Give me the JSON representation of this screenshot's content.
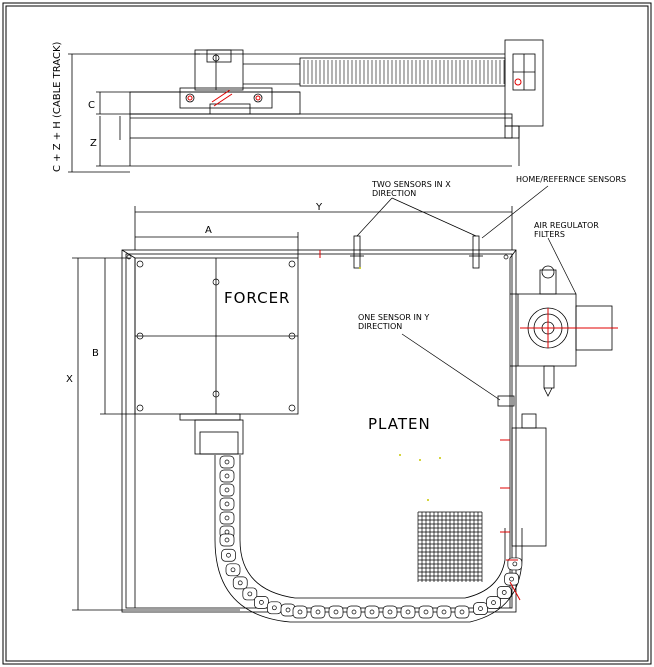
{
  "title_vertical": "C + Z + H (CABLE TRACK)",
  "dims": {
    "c": "C",
    "z": "Z",
    "y": "Y",
    "a": "A",
    "b": "B",
    "x": "X"
  },
  "labels": {
    "two_sensors_line1": "TWO SENSORS IN X",
    "two_sensors_line2": "DIRECTION",
    "home_sensors": "HOME/REFERNCE SENSORS",
    "air_reg_line1": "AIR REGULATOR",
    "air_reg_line2": "FILTERS",
    "one_sensor_line1": "ONE SENSOR IN Y",
    "one_sensor_line2": "DIRECTION",
    "forcer": "FORCER",
    "platen": "PLATEN"
  },
  "colors": {
    "line": "#000000",
    "accent": "#e00000",
    "background": "#ffffff"
  }
}
